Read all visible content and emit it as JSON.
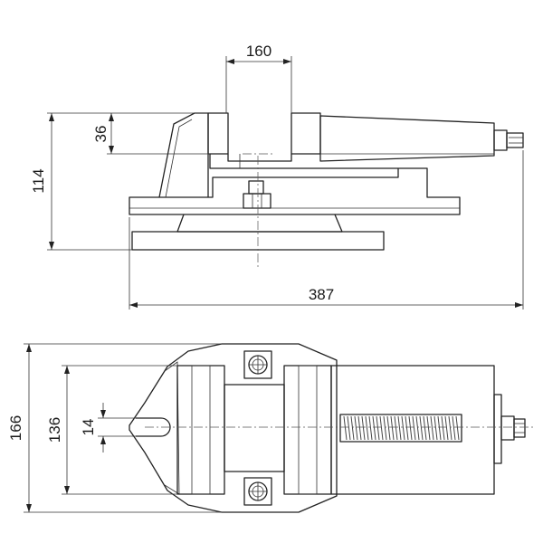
{
  "dimensions": {
    "jaw_width": "160",
    "jaw_height": "36",
    "overall_height": "114",
    "overall_length": "387",
    "overall_width": "166",
    "base_width": "136",
    "slot_width": "14"
  }
}
